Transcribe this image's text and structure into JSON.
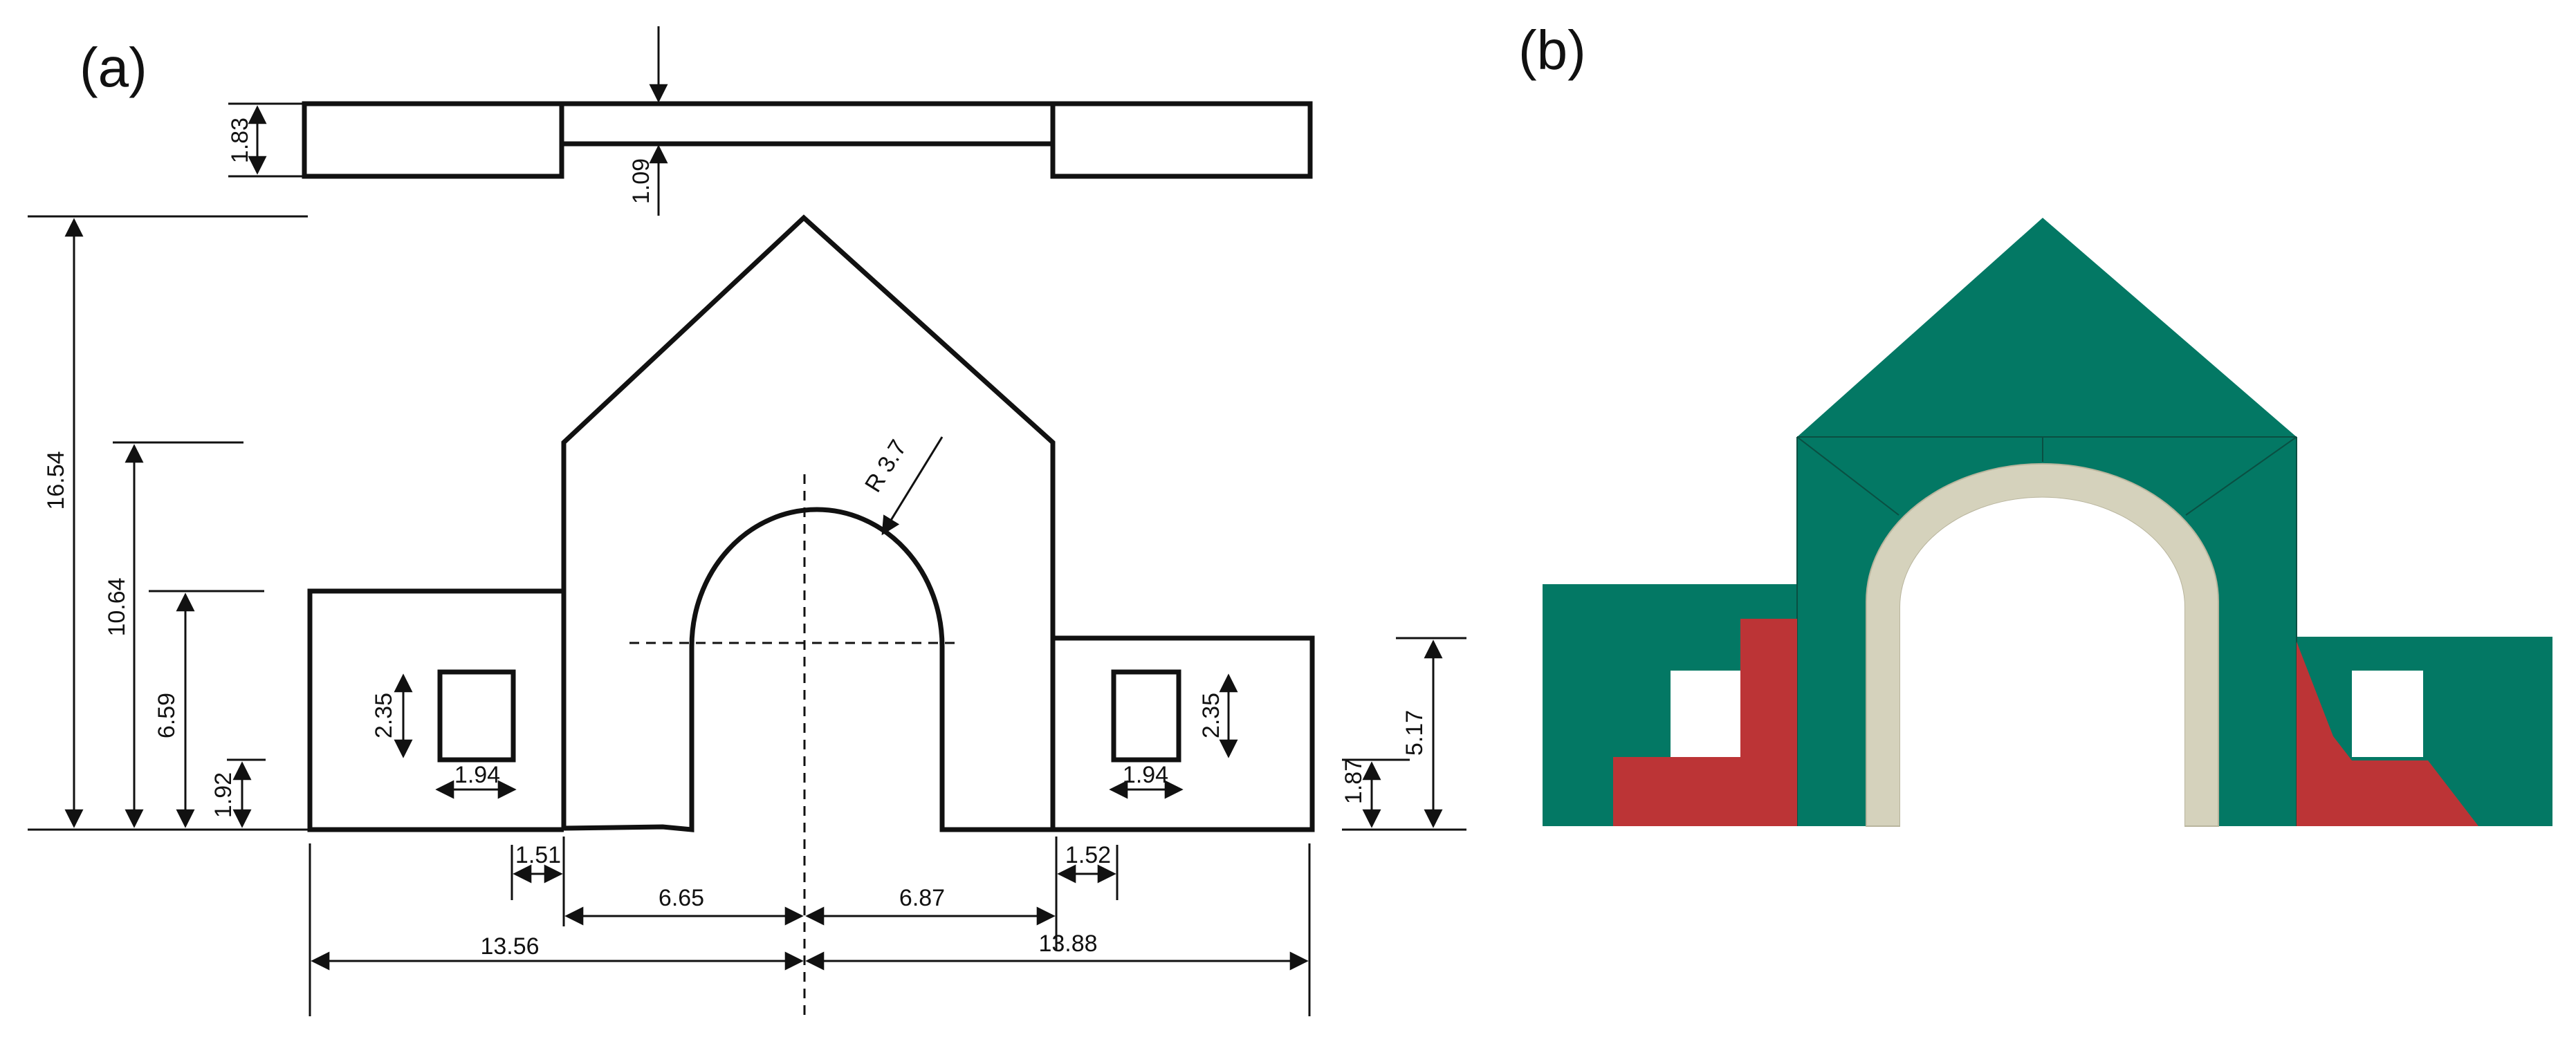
{
  "panels": {
    "a": {
      "label": "(a)"
    },
    "b": {
      "label": "(b)"
    }
  },
  "dimensions": {
    "top_view_thickness": "1.83",
    "top_view_center_thickness": "1.09",
    "overall_height": "16.54",
    "shoulder_height": "10.64",
    "left_wing_height": "6.59",
    "left_window_sill_height": "1.92",
    "left_window_height": "2.35",
    "left_window_width": "1.94",
    "right_window_height": "2.35",
    "right_window_width": "1.94",
    "right_window_sill_height": "1.87",
    "right_wing_height": "5.17",
    "arch_radius": "R 3.7",
    "left_pier_width": "1.51",
    "right_pier_width": "1.52",
    "left_half_center": "6.65",
    "right_half_center": "6.87",
    "left_total": "13.56",
    "right_total": "13.88"
  },
  "colors": {
    "masonry": "#037864",
    "arch": "#d5d2bc",
    "damage": "#bc3436",
    "opening": "#ffffff",
    "ink": "#111111"
  }
}
